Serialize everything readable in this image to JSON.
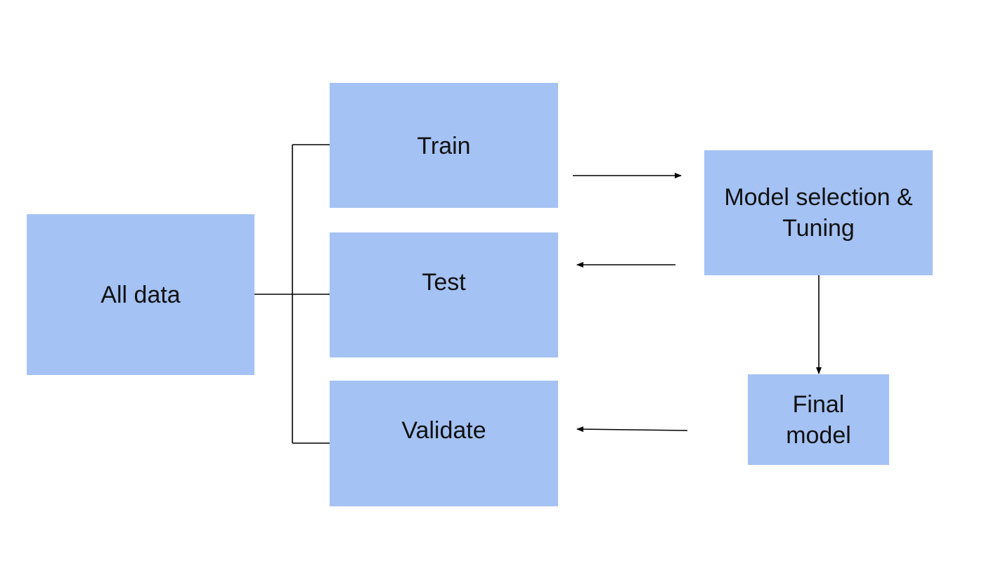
{
  "nodes": {
    "all_data": "All data",
    "train": "Train",
    "test": "Test",
    "validate": "Validate",
    "model_selection": "Model selection &\nTuning",
    "final_model": "Final\nmodel"
  },
  "colors": {
    "box_fill": "#a4c2f4",
    "text": "#111111",
    "line": "#000000",
    "background": "#ffffff"
  },
  "edges": [
    {
      "from": "all_data",
      "to": "train",
      "type": "bracket"
    },
    {
      "from": "all_data",
      "to": "test",
      "type": "bracket"
    },
    {
      "from": "all_data",
      "to": "validate",
      "type": "bracket"
    },
    {
      "from": "train",
      "to": "model_selection",
      "type": "arrow"
    },
    {
      "from": "model_selection",
      "to": "test",
      "type": "arrow"
    },
    {
      "from": "model_selection",
      "to": "final_model",
      "type": "arrow"
    },
    {
      "from": "final_model",
      "to": "validate",
      "type": "arrow"
    }
  ]
}
